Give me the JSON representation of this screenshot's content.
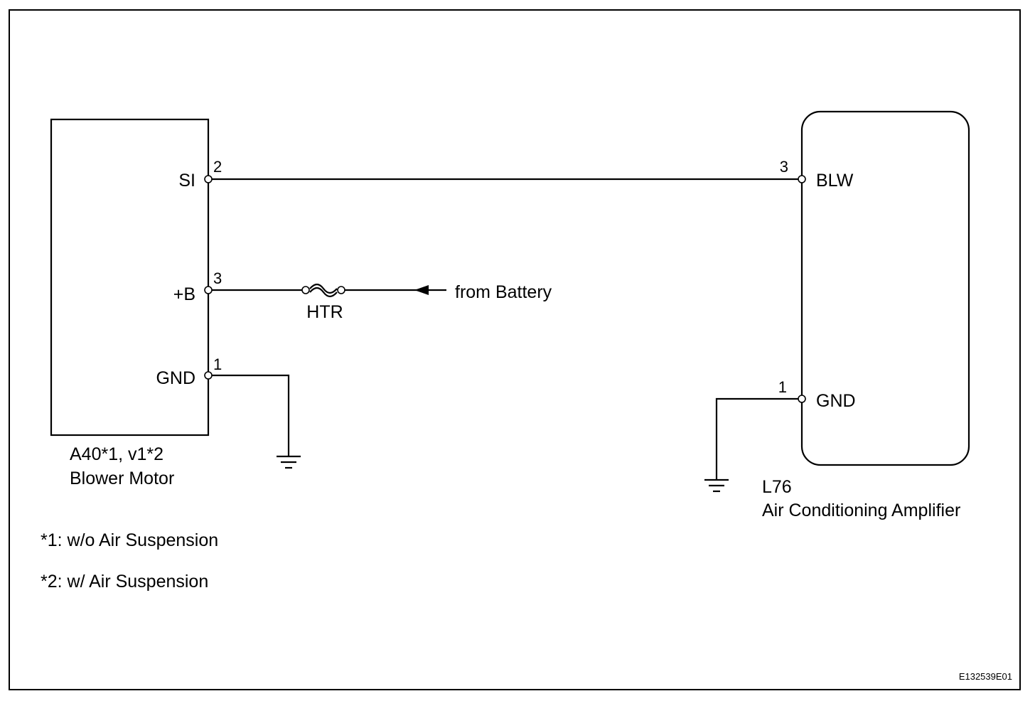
{
  "blower_motor": {
    "code": "A40*1, v1*2",
    "name": "Blower Motor",
    "pins": {
      "si": {
        "number": "2",
        "label": "SI"
      },
      "b": {
        "number": "3",
        "label": "+B"
      },
      "gnd": {
        "number": "1",
        "label": "GND"
      }
    }
  },
  "amplifier": {
    "code": "L76",
    "name": "Air Conditioning Amplifier",
    "pins": {
      "blw": {
        "number": "3",
        "label": "BLW"
      },
      "gnd": {
        "number": "1",
        "label": "GND"
      }
    }
  },
  "fuse": {
    "label": "HTR"
  },
  "supply": {
    "label": "from Battery"
  },
  "notes": [
    "*1: w/o Air Suspension",
    "*2: w/ Air Suspension"
  ],
  "figure_id": "E132539E01"
}
